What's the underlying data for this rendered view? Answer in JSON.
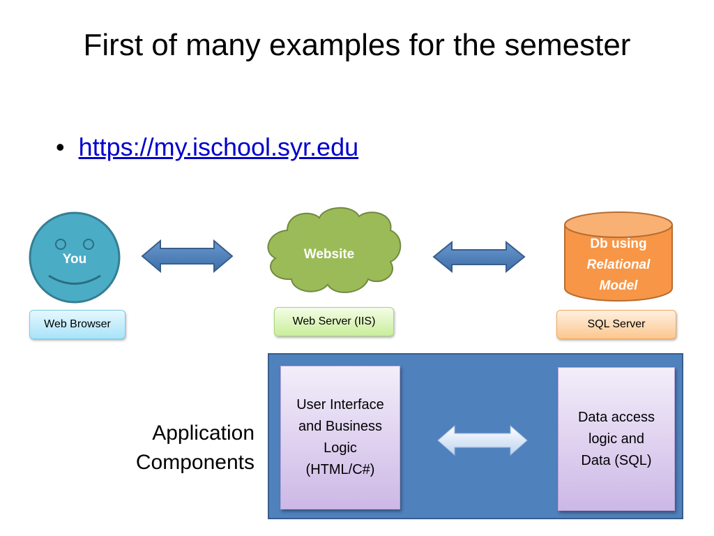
{
  "slide": {
    "title": "First of many examples for the semester",
    "bullet": "•",
    "link_text": "https://my.ischool.syr.edu"
  },
  "nodes": {
    "you_label": "You",
    "website_label": "Website",
    "db_line1": "Db using",
    "db_line2": "Relational",
    "db_line3": "Model"
  },
  "tags": {
    "browser": "Web Browser",
    "iis": "Web Server (IIS)",
    "sql": "SQL Server"
  },
  "app": {
    "label_line1": "Application",
    "label_line2": "Components",
    "ui_component": "User Interface\nand Business\nLogic\n(HTML/C#)",
    "data_component": "Data access\nlogic and\nData (SQL)"
  },
  "colors": {
    "face": "#4bacc6",
    "cloud": "#9bbb59",
    "cylinder": "#f79646",
    "arrow": "#4f81bd",
    "panel": "#4f81bd"
  }
}
